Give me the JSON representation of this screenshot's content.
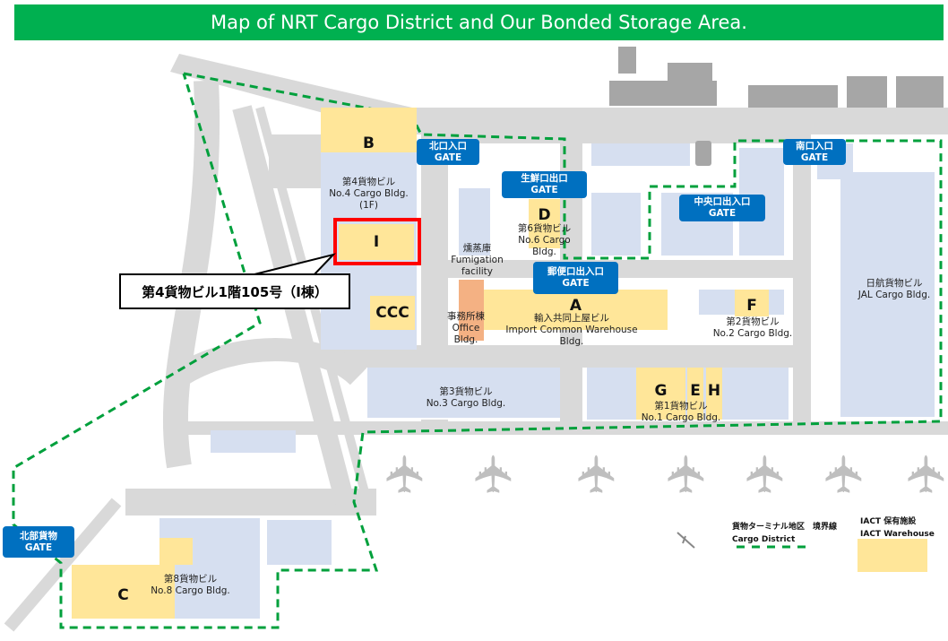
{
  "header": {
    "title": "Map of NRT Cargo District and Our Bonded Storage Area."
  },
  "callout": {
    "text": "第4貨物ビル1階105号（I棟）"
  },
  "gates": [
    {
      "jp": "北口入口",
      "en": "GATE"
    },
    {
      "jp": "生鮮口出口",
      "en": "GATE"
    },
    {
      "jp": "郵便口出入口",
      "en": "GATE"
    },
    {
      "jp": "中央口出入口",
      "en": "GATE"
    },
    {
      "jp": "南口入口",
      "en": "GATE"
    },
    {
      "jp": "北部貨物",
      "en": "GATE"
    }
  ],
  "warehouses": {
    "A": "A",
    "B": "B",
    "C": "C",
    "D": "D",
    "E": "E",
    "F": "F",
    "G": "G",
    "H": "H",
    "I": "I",
    "CCC": "CCC"
  },
  "buildings": {
    "no4": {
      "jp": "第4貨物ビル",
      "en": "No.4 Cargo Bldg.",
      "extra": "(1F)"
    },
    "no6": {
      "jp": "第6貨物ビル",
      "en": "No.6 Cargo",
      "extra": "Bldg."
    },
    "fumigation": {
      "jp": "燻蒸庫",
      "en": "Fumigation",
      "extra": "facility"
    },
    "office": {
      "jp": "事務所棟",
      "en": "Office",
      "extra": "Bldg."
    },
    "import": {
      "jp": "輸入共同上屋ビル",
      "en": "Import Common Warehouse",
      "extra": "Bldg."
    },
    "no2": {
      "jp": "第2貨物ビル",
      "en": "No.2 Cargo Bldg."
    },
    "jal": {
      "jp": "日航貨物ビル",
      "en": "JAL Cargo Bldg."
    },
    "no3": {
      "jp": "第3貨物ビル",
      "en": "No.3 Cargo Bldg."
    },
    "no1": {
      "jp": "第1貨物ビル",
      "en": "No.1 Cargo Bldg."
    },
    "no8": {
      "jp": "第8貨物ビル",
      "en": "No.8 Cargo Bldg."
    }
  },
  "legend": {
    "district_jp": "貨物ターミナル地区　境界線",
    "district_en": "Cargo District",
    "warehouse_jp": "IACT 保有施設",
    "warehouse_en": "IACT Warehouse"
  },
  "colors": {
    "header": "#00b050",
    "gate": "#0070c0",
    "warehouse": "#ffe699",
    "building": "#d6dff0",
    "boundary": "#00a03c",
    "highlight": "#ff0000"
  }
}
